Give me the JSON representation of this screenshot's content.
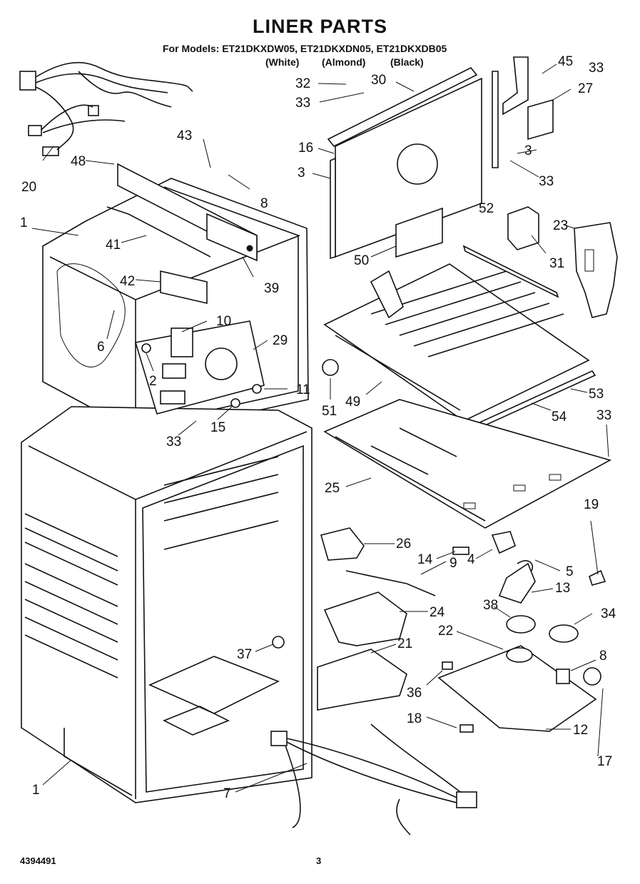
{
  "header": {
    "title": "LINER PARTS",
    "models_line": "For Models: ET21DKXDW05, ET21DKXDN05, ET21DKXDB05",
    "variant_white": "(White)",
    "variant_almond": "(Almond)",
    "variant_black": "(Black)"
  },
  "footer": {
    "doc_number": "4394491",
    "page_number": "3"
  },
  "callouts": {
    "c1": "1",
    "c2": "2",
    "c3": "3",
    "c4": "4",
    "c5": "5",
    "c6": "6",
    "c7": "7",
    "c8": "8",
    "c9": "9",
    "c10": "10",
    "c11": "11",
    "c12": "12",
    "c13": "13",
    "c14": "14",
    "c15": "15",
    "c16": "16",
    "c17": "17",
    "c18": "18",
    "c19": "19",
    "c20": "20",
    "c21": "21",
    "c22": "22",
    "c23": "23",
    "c24": "24",
    "c25": "25",
    "c26": "26",
    "c27": "27",
    "c29": "29",
    "c30": "30",
    "c31": "31",
    "c32": "32",
    "c33": "33",
    "c34": "34",
    "c36": "36",
    "c37": "37",
    "c38": "38",
    "c39": "39",
    "c41": "41",
    "c42": "42",
    "c43": "43",
    "c45": "45",
    "c48": "48",
    "c49": "49",
    "c50": "50",
    "c51": "51",
    "c52": "52",
    "c53": "53",
    "c54": "54"
  }
}
